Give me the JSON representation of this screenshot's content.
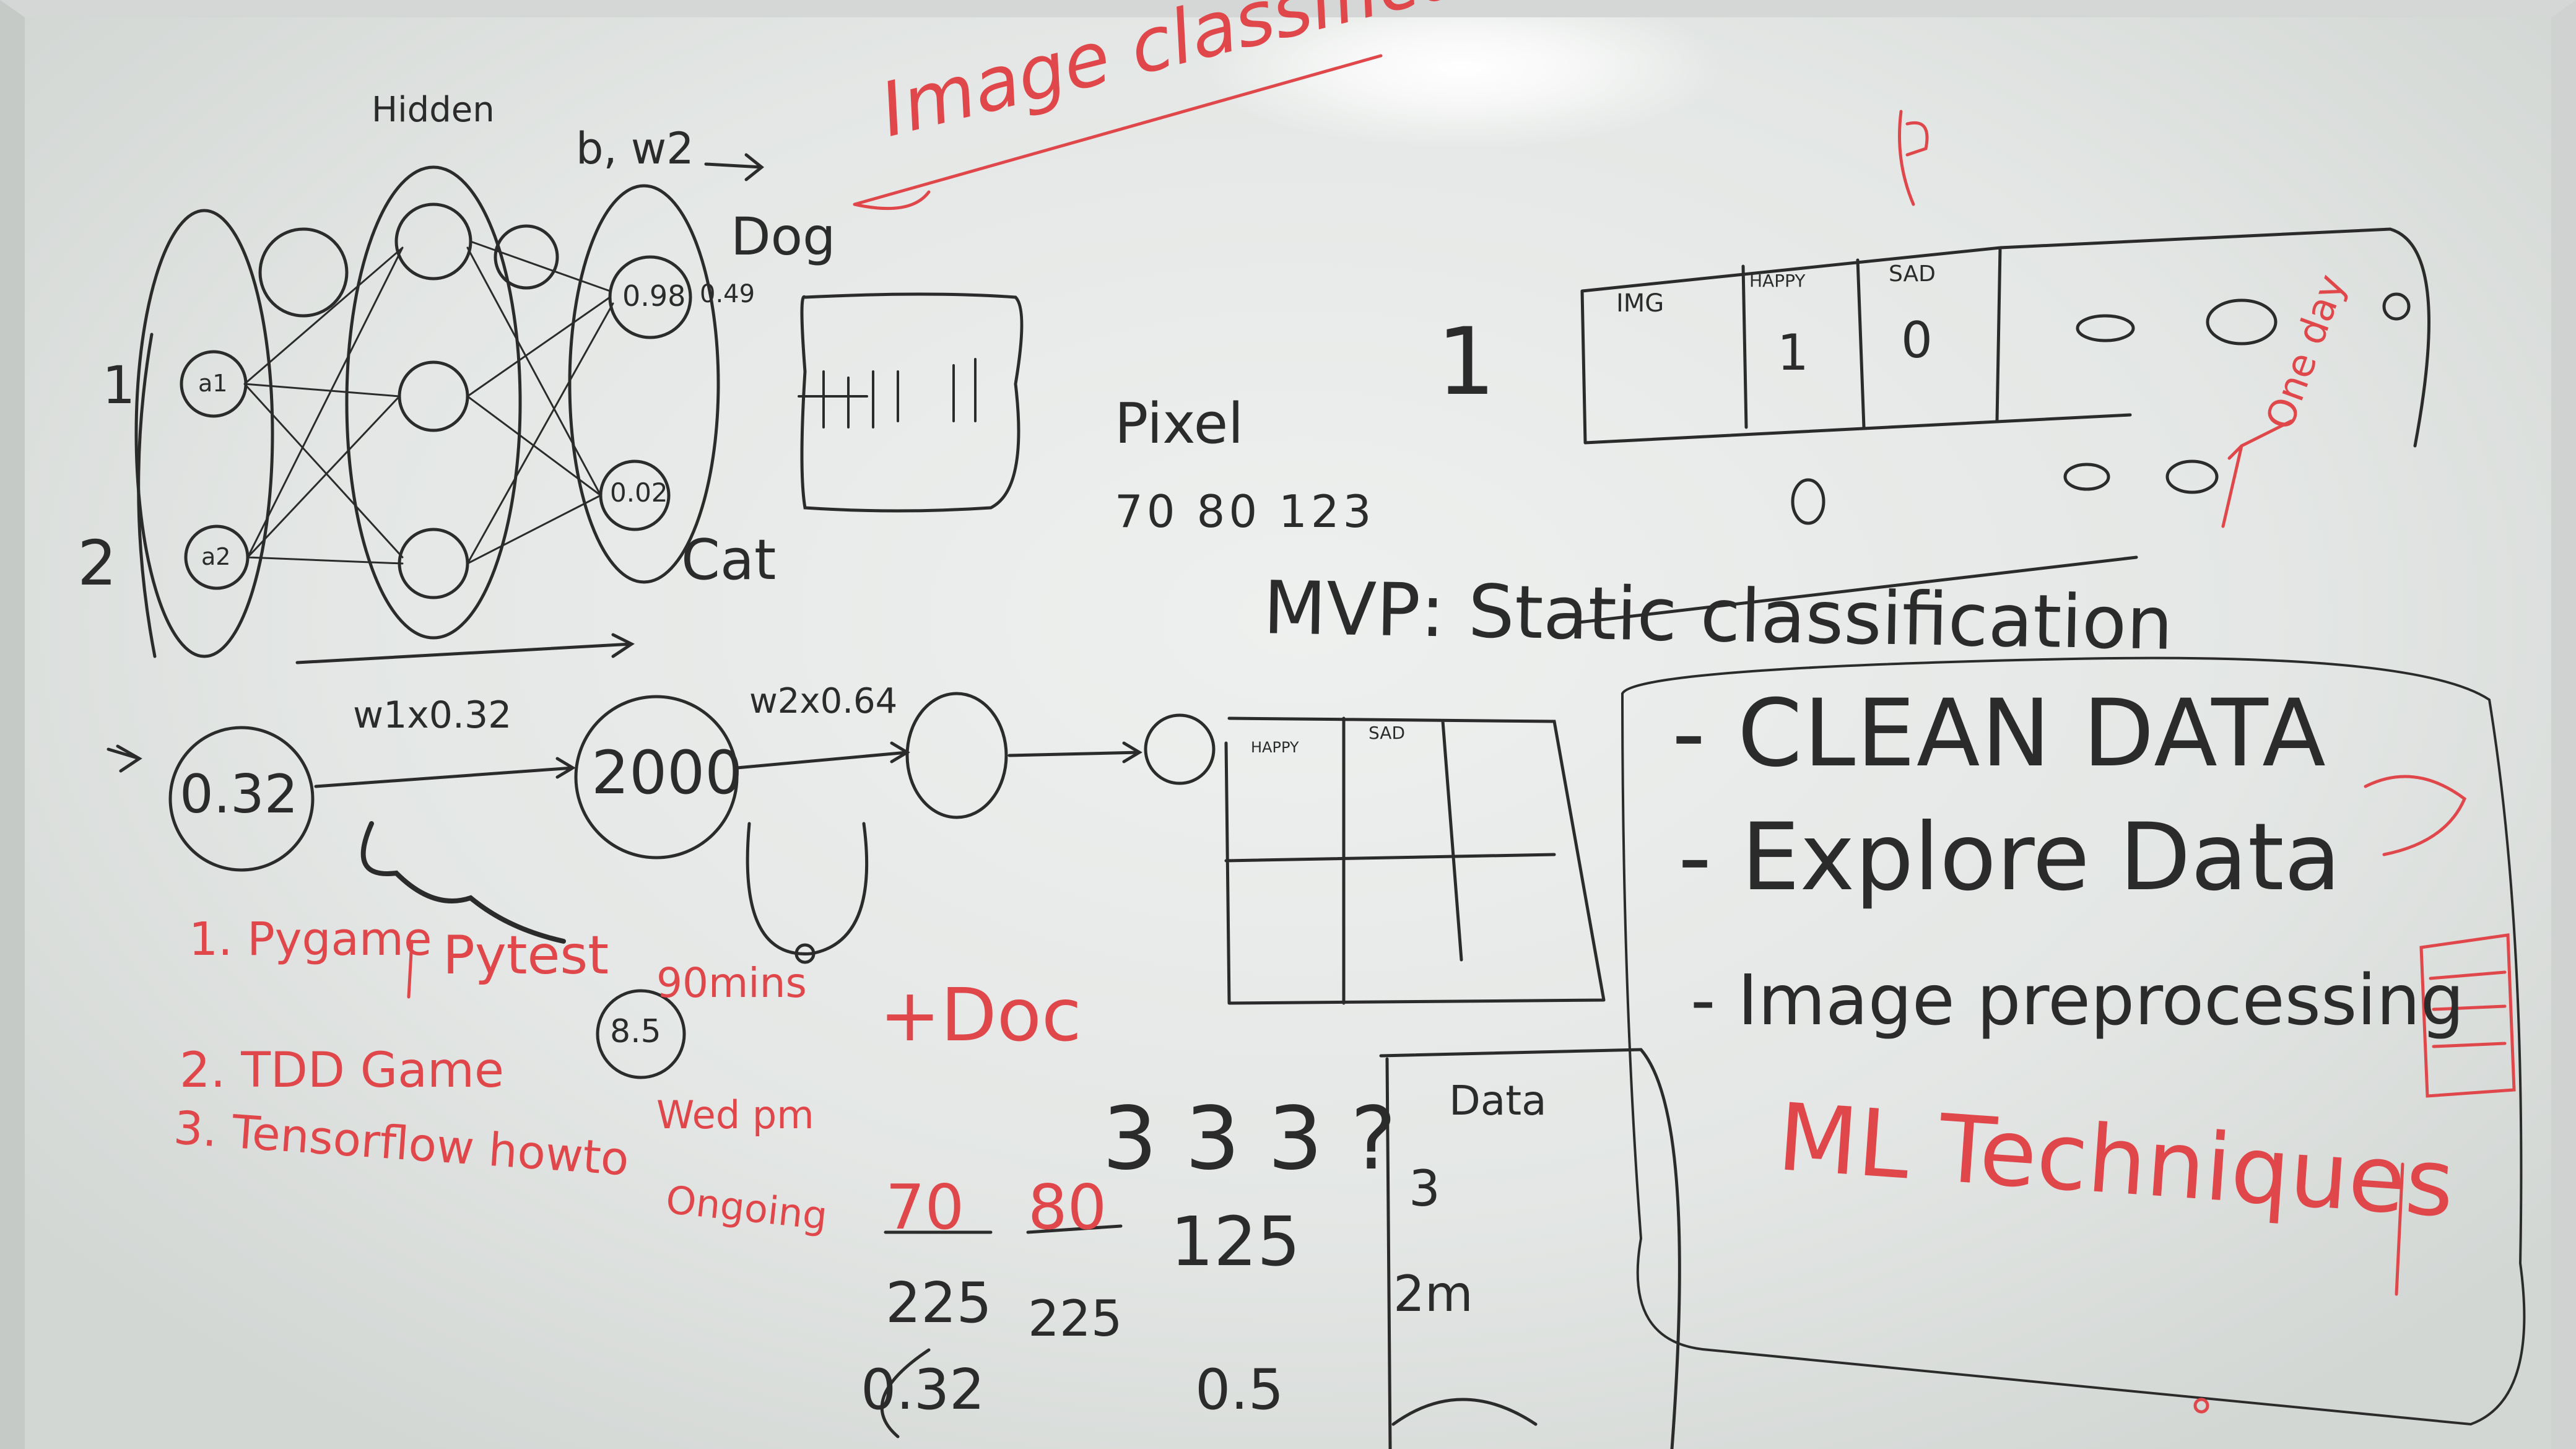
{
  "board": {
    "title": "Image classification",
    "hidden_label": "Hidden",
    "weights_label": "b, w2",
    "dog": "Dog",
    "dog_value": "0.98",
    "dog_value2": "0.49",
    "cat": "Cat",
    "cat_value": "0.02",
    "input_labels": [
      "1",
      "2"
    ],
    "node_labels": [
      "a1",
      "a2"
    ],
    "pixel_label": "Pixel",
    "pixel_values": "70 80 123",
    "big_one": "1",
    "table_headers": [
      "IMG",
      "HAPPY",
      "SAD"
    ],
    "table_row": [
      "1",
      "0"
    ],
    "mvp": "MVP: Static classification",
    "node_values": [
      "0.32",
      "2000"
    ],
    "edge_labels": [
      "w1x0.32",
      "w2x0.64"
    ],
    "grid_headers": [
      "HAPPY",
      "SAD"
    ],
    "todo": [
      "1. Pygame",
      "2. TDD Game",
      "3. Tensorflow howto"
    ],
    "pytest": "Pytest",
    "time_small": "8.5",
    "mins": "90mins",
    "wed": "Wed pm",
    "ongoing": "Ongoing",
    "doc": "+Doc",
    "fractions_num": [
      "70",
      "80",
      "125"
    ],
    "fractions_den": [
      "225",
      "225",
      ""
    ],
    "threes": "3 3 3 ?",
    "data_box": "Data",
    "data_vals": [
      "3",
      "2m"
    ],
    "bottom_vals": [
      "0.32",
      "0.5"
    ],
    "list": [
      "- CLEAN DATA",
      "- Explore Data",
      "- Image preprocessing",
      "ML Techniques"
    ],
    "side_note": "One day"
  }
}
